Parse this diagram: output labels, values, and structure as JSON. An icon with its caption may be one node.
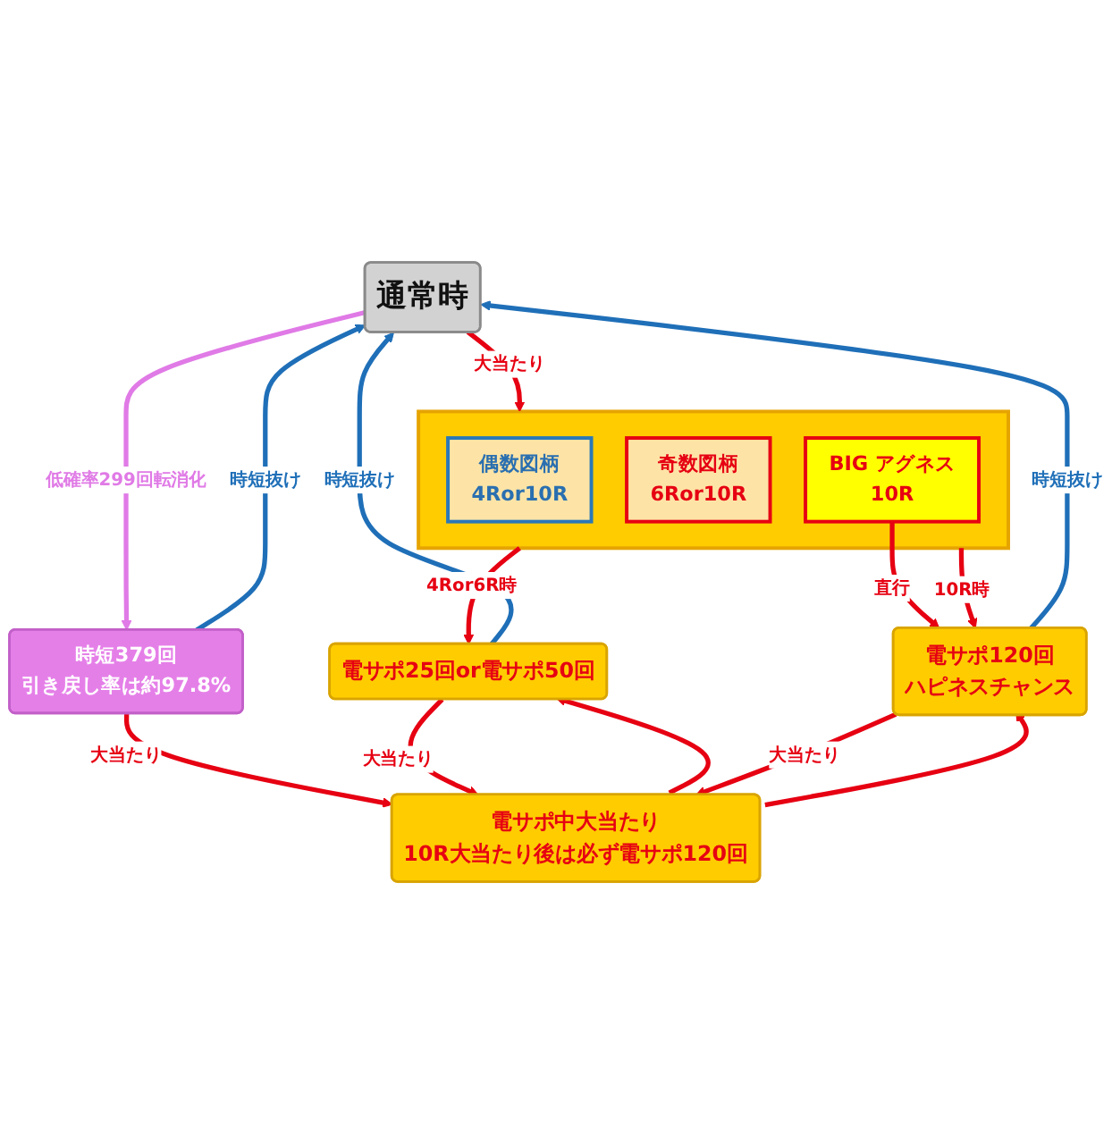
{
  "diagram": {
    "nodes": [
      {
        "text": [
          "通常時"
        ]
      },
      {
        "text": [],
        "shape": "box"
      },
      {
        "text": [
          "偶数図柄",
          "4Ror10R"
        ],
        "in": 1
      },
      {
        "text": [
          "奇数図柄",
          "6Ror10R"
        ],
        "in": 1
      },
      {
        "text": [
          "BIG アグネス",
          "10R"
        ],
        "in": 1
      },
      {
        "text": [
          "時短379回",
          "引き戻し率は約97.8%"
        ]
      },
      {
        "text": [
          "電サポ25回or電サポ50回"
        ]
      },
      {
        "text": [
          "電サポ120回",
          "ハピネスチャンス"
        ]
      },
      {
        "text": [
          "電サポ中大当たり",
          "10R大当たり後は必ず電サポ120回"
        ]
      }
    ],
    "edges": [
      {
        "from": 0,
        "to": 1,
        "arrow": "to",
        "label": "大当たり"
      },
      {
        "from": 1,
        "to": 6,
        "arrow": "to",
        "label": "4Ror6R時"
      },
      {
        "from": 1,
        "to": 7,
        "arrow": "to",
        "label": "10R時"
      },
      {
        "from": 4,
        "to": 7,
        "arrow": "to",
        "label": "直行"
      },
      {
        "from": 5,
        "to": 0,
        "arrow": "to",
        "label": "時短抜け",
        "color": "#1f6fb8"
      },
      {
        "from": 0,
        "to": 5,
        "arrow": "to",
        "label": "低確率299回転消化",
        "color": "#e07ae6"
      },
      {
        "from": 6,
        "to": 0,
        "arrow": "to",
        "label": "時短抜け",
        "color": "#1f6fb8"
      },
      {
        "from": 7,
        "to": 0,
        "arrow": "to",
        "label": "時短抜け",
        "color": "#1f6fb8"
      },
      {
        "from": 5,
        "to": 8,
        "arrow": "to",
        "label": "大当たり"
      },
      {
        "from": 6,
        "to": 8,
        "arrow": "to",
        "label": "大当たり"
      },
      {
        "from": 8,
        "to": 6,
        "arrow": "to"
      },
      {
        "from": 7,
        "to": 8,
        "arrow": "to",
        "label": "大当たり"
      },
      {
        "from": 8,
        "to": 7,
        "arrow": "to"
      }
    ]
  }
}
